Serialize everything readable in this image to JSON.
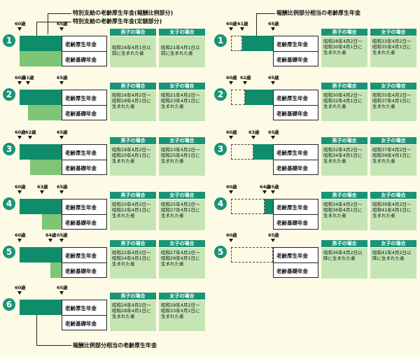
{
  "titles": {
    "line1": "特別支給の老齢厚生年金(報酬比例部分)",
    "line2": "特別支給の老齢厚生年金(定額部分)",
    "right": "報酬比例部分相当の老齢厚生年金",
    "bottom": "報酬比例部分相当の老齢厚生年金"
  },
  "labels": {
    "kosei": "老齢厚生年金",
    "kiso": "老齢基礎年金",
    "male": "男子の場合",
    "female": "女子の場合"
  },
  "left_rows": [
    {
      "num": "1",
      "ages": [
        "60歳",
        "65歳"
      ],
      "male": "昭和16年4月1日以前に生まれた者",
      "female": "昭和21年4月1日以前に生まれた者"
    },
    {
      "num": "2",
      "ages": [
        "60歳",
        "61歳",
        "65歳"
      ],
      "male": "昭和16年4月2日～昭和18年4月1日に生まれた者",
      "female": "昭和21年4月2日～昭和23年4月1日に生まれた者"
    },
    {
      "num": "3",
      "ages": [
        "60歳",
        "62歳",
        "65歳"
      ],
      "male": "昭和18年4月2日～昭和20年4月1日に生まれた者",
      "female": "昭和23年4月2日～昭和25年4月1日に生まれた者"
    },
    {
      "num": "4",
      "ages": [
        "60歳",
        "63歳",
        "65歳"
      ],
      "male": "昭和20年4月2日～昭和22年4月1日に生まれた者",
      "female": "昭和25年4月2日～昭和27年4月1日に生まれた者"
    },
    {
      "num": "5",
      "ages": [
        "60歳",
        "64歳",
        "65歳"
      ],
      "male": "昭和22年4月2日～昭和24年4月1日に生まれた者",
      "female": "昭和27年4月2日～昭和29年4月1日に生まれた者"
    },
    {
      "num": "6",
      "ages": [
        "60歳",
        "65歳"
      ],
      "male": "昭和24年4月2日～昭和28年4月1日に生まれた者",
      "female": "昭和29年4月2日～昭和33年4月1日に生まれた者"
    }
  ],
  "right_rows": [
    {
      "num": "1",
      "ages": [
        "60歳",
        "61歳",
        "65歳"
      ],
      "male": "昭和28年4月2日～昭和30年4月1日に生まれた者",
      "female": "昭和33年4月2日～昭和35年4月1日に生まれた者"
    },
    {
      "num": "2",
      "ages": [
        "60歳",
        "62歳",
        "65歳"
      ],
      "male": "昭和30年4月2日～昭和32年4月1日に生まれた者",
      "female": "昭和35年4月2日～昭和37年4月1日に生まれた者"
    },
    {
      "num": "3",
      "ages": [
        "60歳",
        "63歳",
        "65歳"
      ],
      "male": "昭和32年4月2日～昭和34年4月1日に生まれた者",
      "female": "昭和37年4月2日～昭和39年4月1日に生まれた者"
    },
    {
      "num": "4",
      "ages": [
        "60歳",
        "64歳",
        "65歳"
      ],
      "male": "昭和34年4月2日～昭和36年4月1日に生まれた者",
      "female": "昭和39年4月2日～昭和41年4月1日に生まれた者"
    },
    {
      "num": "5",
      "ages": [
        "60歳",
        "65歳"
      ],
      "male": "昭和36年4月2日以降に生まれた者",
      "female": "昭和41年4月2日以降に生まれた者"
    }
  ],
  "colors": {
    "dark": "#0f8c6a",
    "light": "#7fc576",
    "header": "#1a9477",
    "cell": "#c5e5b5",
    "background": "#fdfbe6"
  }
}
